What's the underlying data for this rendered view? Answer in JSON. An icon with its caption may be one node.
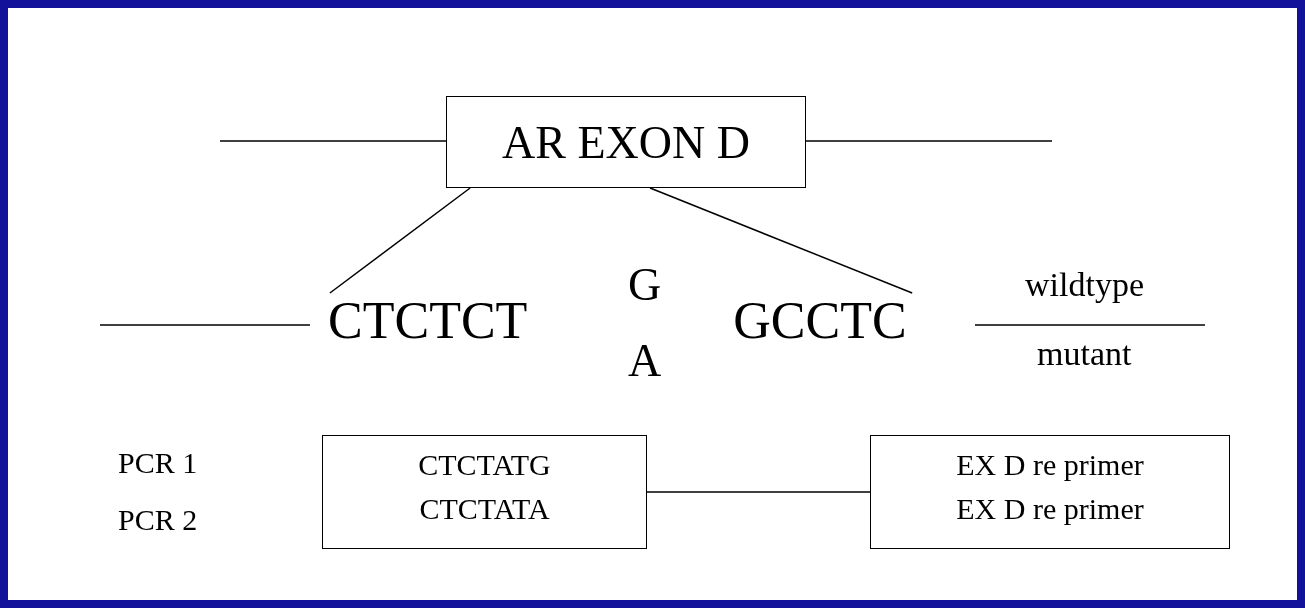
{
  "diagram": {
    "nodes": [
      {
        "text": [
          "AR EXON D"
        ]
      },
      {
        "text": [
          "CTCTCT"
        ]
      },
      {
        "text": [
          "GCCTC"
        ]
      },
      {
        "text": [
          "CTCTATG",
          "CTCTATA"
        ]
      },
      {
        "text": [
          "EX D re primer",
          "EX D re primer"
        ]
      }
    ],
    "edges": [
      {
        "from": 0,
        "to": 1,
        "arrow": "none"
      },
      {
        "from": 0,
        "to": 2,
        "arrow": "none"
      },
      {
        "from": 3,
        "to": 4,
        "arrow": "none"
      }
    ],
    "labels": [
      "G",
      "wildtype",
      "A",
      "mutant",
      "PCR 1",
      "PCR 2"
    ]
  }
}
